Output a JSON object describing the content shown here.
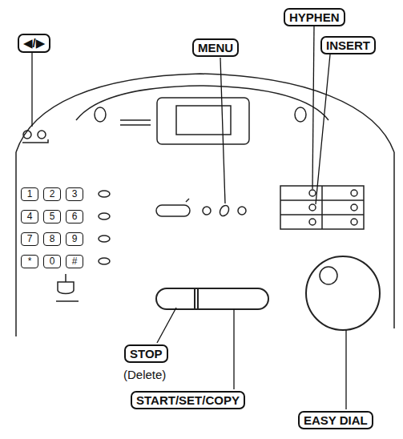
{
  "diagram": {
    "nodes": [
      {
        "text": [
          "HYPHEN"
        ]
      },
      {
        "text": [
          "◀/▶"
        ]
      },
      {
        "text": [
          "MENU"
        ]
      },
      {
        "text": [
          "INSERT"
        ]
      },
      {
        "text": [
          "1"
        ]
      },
      {
        "text": [
          "2"
        ]
      },
      {
        "text": [
          "3"
        ]
      },
      {
        "text": [
          "4"
        ]
      },
      {
        "text": [
          "5"
        ]
      },
      {
        "text": [
          "6"
        ]
      },
      {
        "text": [
          "7"
        ]
      },
      {
        "text": [
          "8"
        ]
      },
      {
        "text": [
          "9"
        ]
      },
      {
        "text": [
          "*"
        ]
      },
      {
        "text": [
          "0"
        ]
      },
      {
        "text": [
          "#"
        ]
      },
      {
        "text": [
          "STOP"
        ]
      },
      {
        "text": [
          "START/SET/COPY"
        ]
      },
      {
        "text": [
          "EASY DIAL"
        ]
      }
    ],
    "labels": [
      "(Delete)"
    ]
  }
}
